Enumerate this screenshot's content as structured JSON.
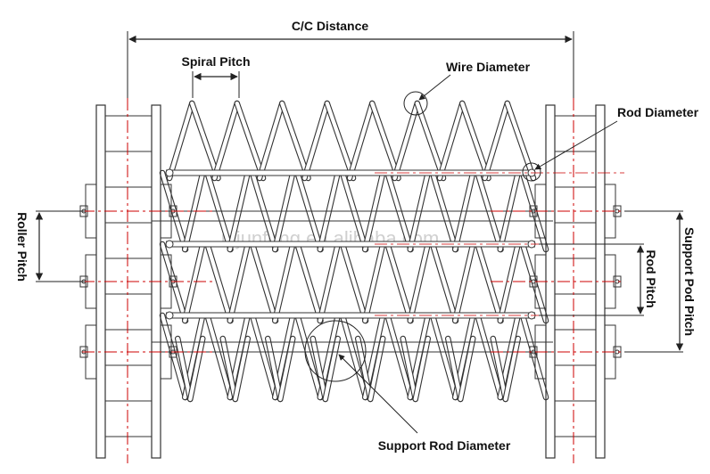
{
  "labels": {
    "cc_distance": "C/C Distance",
    "spiral_pitch": "Spiral Pitch",
    "wire_diameter": "Wire Diameter",
    "rod_diameter": "Rod Diameter",
    "roller_pitch": "Roller Pitch",
    "support_pod_pitch": "Support Pod Pitch",
    "rod_pitch": "Rod Pitch",
    "support_rod_diameter": "Support Rod Diameter"
  },
  "watermark": "nijunfeng.en.alibaba.com",
  "colors": {
    "line": "#222222",
    "centerline": "#cc0000",
    "background": "#ffffff"
  }
}
